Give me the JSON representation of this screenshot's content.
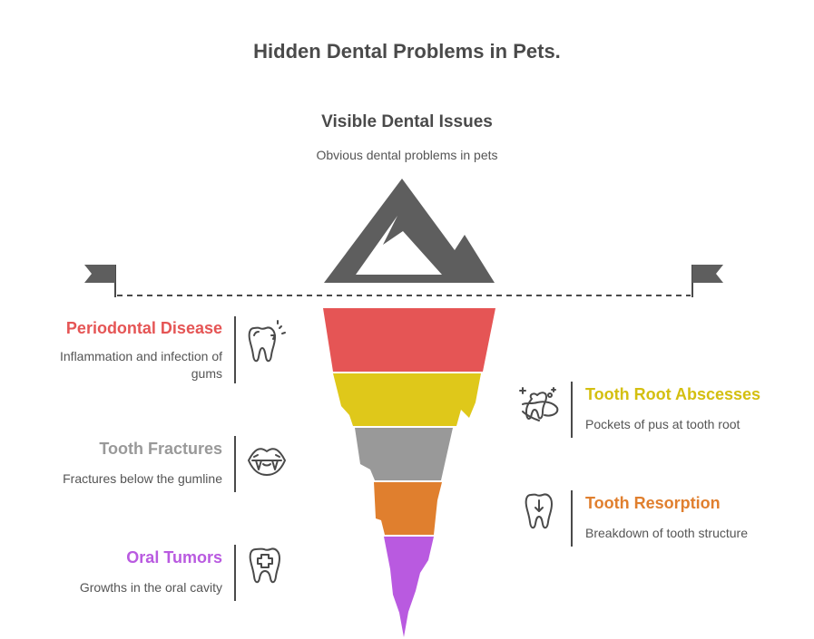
{
  "title": "Hidden Dental Problems in Pets.",
  "tip": {
    "title": "Visible Dental Issues",
    "description": "Obvious dental problems in pets"
  },
  "colors": {
    "tip": "#5e5e5e",
    "waterline": "#4a4a4a"
  },
  "layers": [
    {
      "side": "left",
      "title": "Periodontal Disease",
      "description": "Inflammation and infection of gums",
      "color": "#e55555",
      "icon": "tooth-sparkle-icon"
    },
    {
      "side": "right",
      "title": "Tooth Root Abscesses",
      "description": "Pockets of pus at tooth root",
      "color": "#dfc81a",
      "icon": "tooth-abscess-icon"
    },
    {
      "side": "left",
      "title": "Tooth Fractures",
      "description": "Fractures below the gumline",
      "color": "#999999",
      "icon": "mouth-fangs-icon"
    },
    {
      "side": "right",
      "title": "Tooth Resorption",
      "description": "Breakdown of tooth structure",
      "color": "#e07f2e",
      "icon": "tooth-down-arrow-icon"
    },
    {
      "side": "left",
      "title": "Oral Tumors",
      "description": "Growths in the oral cavity",
      "color": "#b95ae0",
      "icon": "tooth-crown-icon"
    }
  ]
}
